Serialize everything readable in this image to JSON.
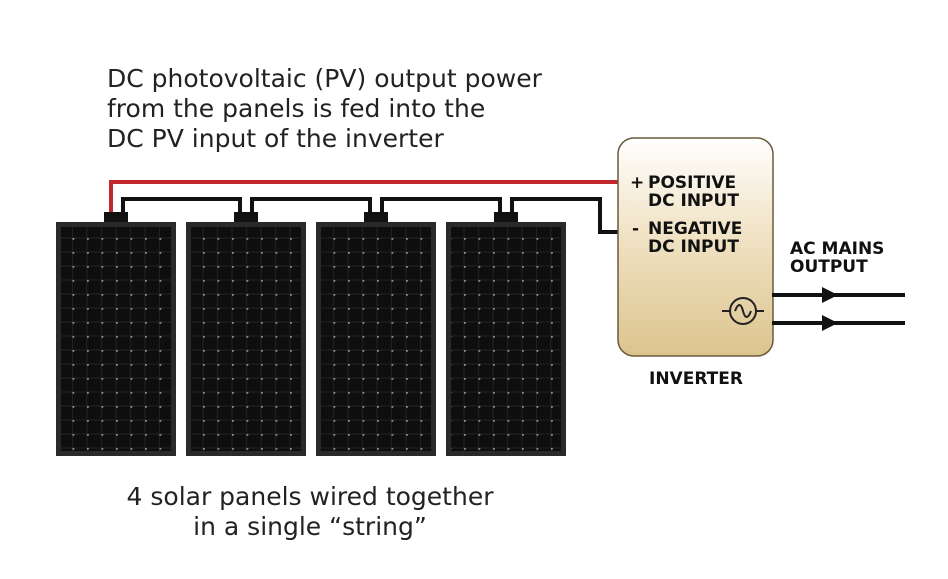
{
  "captions": {
    "top": [
      "DC photovoltaic (PV) output power",
      "from the panels is fed into the",
      "DC PV input of the inverter"
    ],
    "bottom": [
      "4 solar panels wired together",
      "in a single “string”"
    ]
  },
  "inverter": {
    "title": "INVERTER",
    "positive_sign": "+",
    "positive_label": [
      "POSITIVE",
      "DC INPUT"
    ],
    "negative_sign": "-",
    "negative_label": [
      "NEGATIVE",
      "DC INPUT"
    ],
    "symbol_icon": "ac-sine-icon"
  },
  "ac_output": {
    "label": [
      "AC MAINS",
      "OUTPUT"
    ]
  },
  "panels": {
    "count": 4
  },
  "colors": {
    "positive_wire": "#c1272d",
    "wire": "#111111",
    "inverter_fill": "#e8d6b0",
    "panel": "#1a1a1a"
  }
}
